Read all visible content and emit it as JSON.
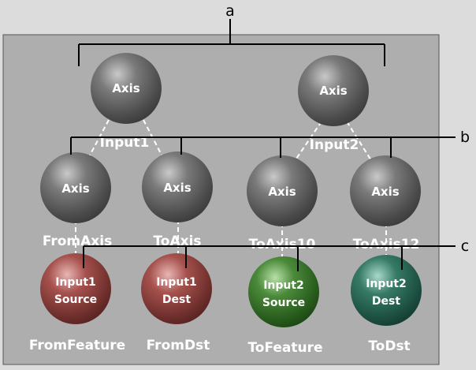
{
  "callouts": {
    "a": "a",
    "b": "b",
    "c": "c"
  },
  "top_nodes": {
    "left": "Axis",
    "right": "Axis"
  },
  "edge_groups": {
    "left": "Input1",
    "right": "Input2"
  },
  "mid_nodes": [
    "Axis",
    "Axis",
    "Axis",
    "Axis"
  ],
  "connector_labels": [
    "FromAxis",
    "ToAxis",
    "ToAxis10",
    "ToAxis12"
  ],
  "input_nodes": [
    {
      "line1": "Input1",
      "line2": "Source",
      "color": "#9a4d4a"
    },
    {
      "line1": "Input1",
      "line2": "Dest",
      "color": "#9a4d4a"
    },
    {
      "line1": "Input2",
      "line2": "Source",
      "color": "#3f7a33"
    },
    {
      "line1": "Input2",
      "line2": "Dest",
      "color": "#2f6e5c"
    }
  ],
  "bottom_labels": [
    "FromFeature",
    "FromDst",
    "ToFeature",
    "ToDst"
  ],
  "colors": {
    "panel": "#aeaeae",
    "axis_node": "#6e6e6e",
    "background": "#dcdcdc"
  }
}
